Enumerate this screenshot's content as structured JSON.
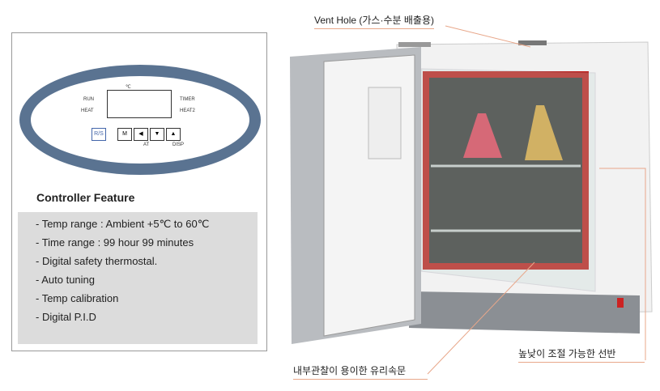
{
  "controller_panel": {
    "unit": "℃",
    "indicators": {
      "run": "RUN",
      "heat": "HEAT",
      "timer": "TIMER",
      "heat2": "HEAT2"
    },
    "keys": {
      "rs": "R/S",
      "m": "M",
      "left": "◀",
      "down": "▼",
      "up": "▲"
    },
    "key_sublabels": {
      "at": "AT",
      "disp": "DISP"
    }
  },
  "features": {
    "title": "Controller Feature",
    "items": [
      "- Temp range : Ambient +5℃ to 60℃",
      "- Time range : 99 hour 99 minutes",
      "- Digital safety thermostal.",
      "- Auto tuning",
      "- Temp calibration",
      "- Digital P.I.D"
    ]
  },
  "callouts": {
    "vent": "Vent Hole (가스·수분 배출용)",
    "shelf": "높낮이 조절 가능한 선반",
    "door": "내부관찰이 용이한 유리속문"
  },
  "colors": {
    "oval": "#5a7391",
    "gasket": "#c0231d",
    "callout_line": "#e8a78a"
  }
}
